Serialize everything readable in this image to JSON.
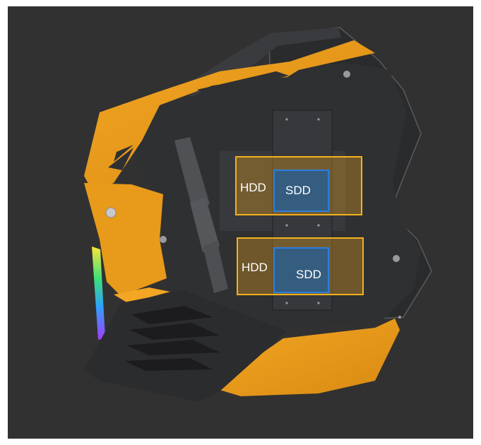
{
  "bays": [
    {
      "hdd_label": "HDD",
      "ssd_label": "SDD"
    },
    {
      "hdd_label": "HDD",
      "ssd_label": "SDD"
    }
  ],
  "colors": {
    "background": "#313131",
    "case_orange": "#e89a1a",
    "case_dark": "#2f3032",
    "hdd_outline": "#f2b21d",
    "ssd_outline": "#2b7fe0",
    "ssd_fill": "#2a5d8e"
  }
}
